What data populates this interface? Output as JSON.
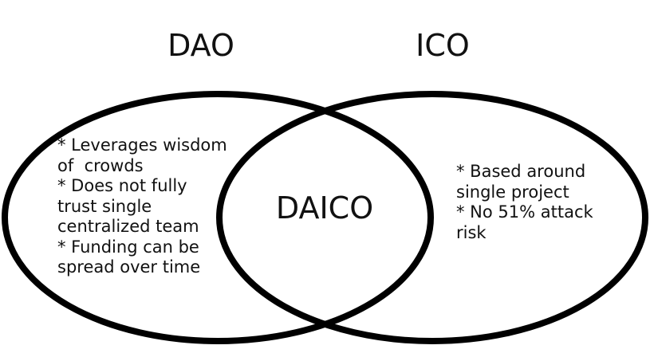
{
  "diagram": {
    "left_set": {
      "label": "DAO",
      "notes": [
        "* Leverages wisdom",
        "of  crowds",
        "* Does not fully",
        "trust single",
        "centralized team",
        "* Funding can be",
        "spread over time"
      ]
    },
    "right_set": {
      "label": "ICO",
      "notes": [
        "* Based around",
        "single project",
        "* No 51% attack",
        "risk"
      ]
    },
    "intersection": {
      "label": "DAICO"
    },
    "stroke_color": "#000000",
    "background_color": "#ffffff"
  }
}
